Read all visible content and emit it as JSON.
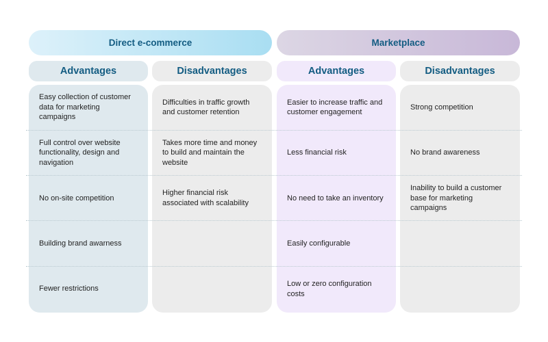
{
  "groups": [
    {
      "title": "Direct e-commerce",
      "columns": [
        {
          "header": "Advantages",
          "items": [
            "Easy collection of customer data for marketing campaigns",
            "Full control over website functionality, design and navigation",
            "No on-site competition",
            "Building brand awarness",
            "Fewer restrictions"
          ]
        },
        {
          "header": "Disadvantages",
          "items": [
            "Difficulties in traffic growth and customer retention",
            "Takes more time and money to build and maintain the website",
            "Higher financial risk associated with scalability"
          ]
        }
      ]
    },
    {
      "title": "Marketplace",
      "columns": [
        {
          "header": "Advantages",
          "items": [
            "Easier to increase traffic and customer engagement",
            "Less financial risk",
            "No need to take an inventory",
            "Easily configurable",
            "Low or zero configuration costs"
          ]
        },
        {
          "header": "Disadvantages",
          "items": [
            "Strong competition",
            "No brand awareness",
            "Inability to build a customer base for marketing campaigns"
          ]
        }
      ]
    }
  ],
  "colors": {
    "title": "#135c82",
    "direct": "#dfe9ee",
    "marketplace": "#f1e9fb",
    "neutral": "#ececec"
  }
}
